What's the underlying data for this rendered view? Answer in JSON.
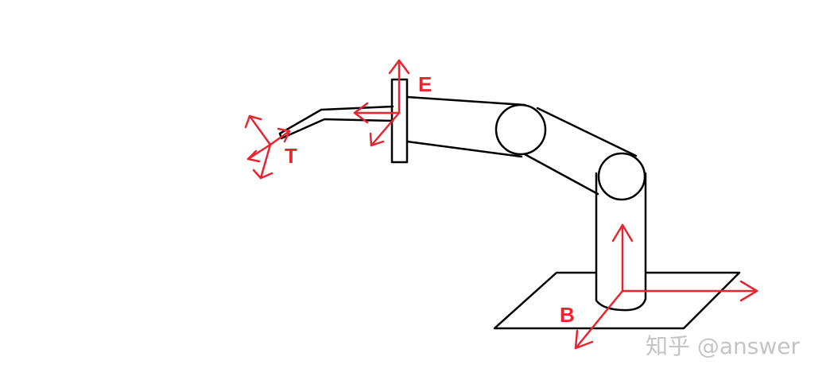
{
  "diagram": {
    "colors": {
      "outline": "#000000",
      "frame_axes": "#e8252f",
      "watermark": "#c4c4c4"
    },
    "frames": {
      "base_label": "B",
      "end_effector_label": "E",
      "tool_label": "T"
    },
    "watermark": "知乎 @answer"
  }
}
